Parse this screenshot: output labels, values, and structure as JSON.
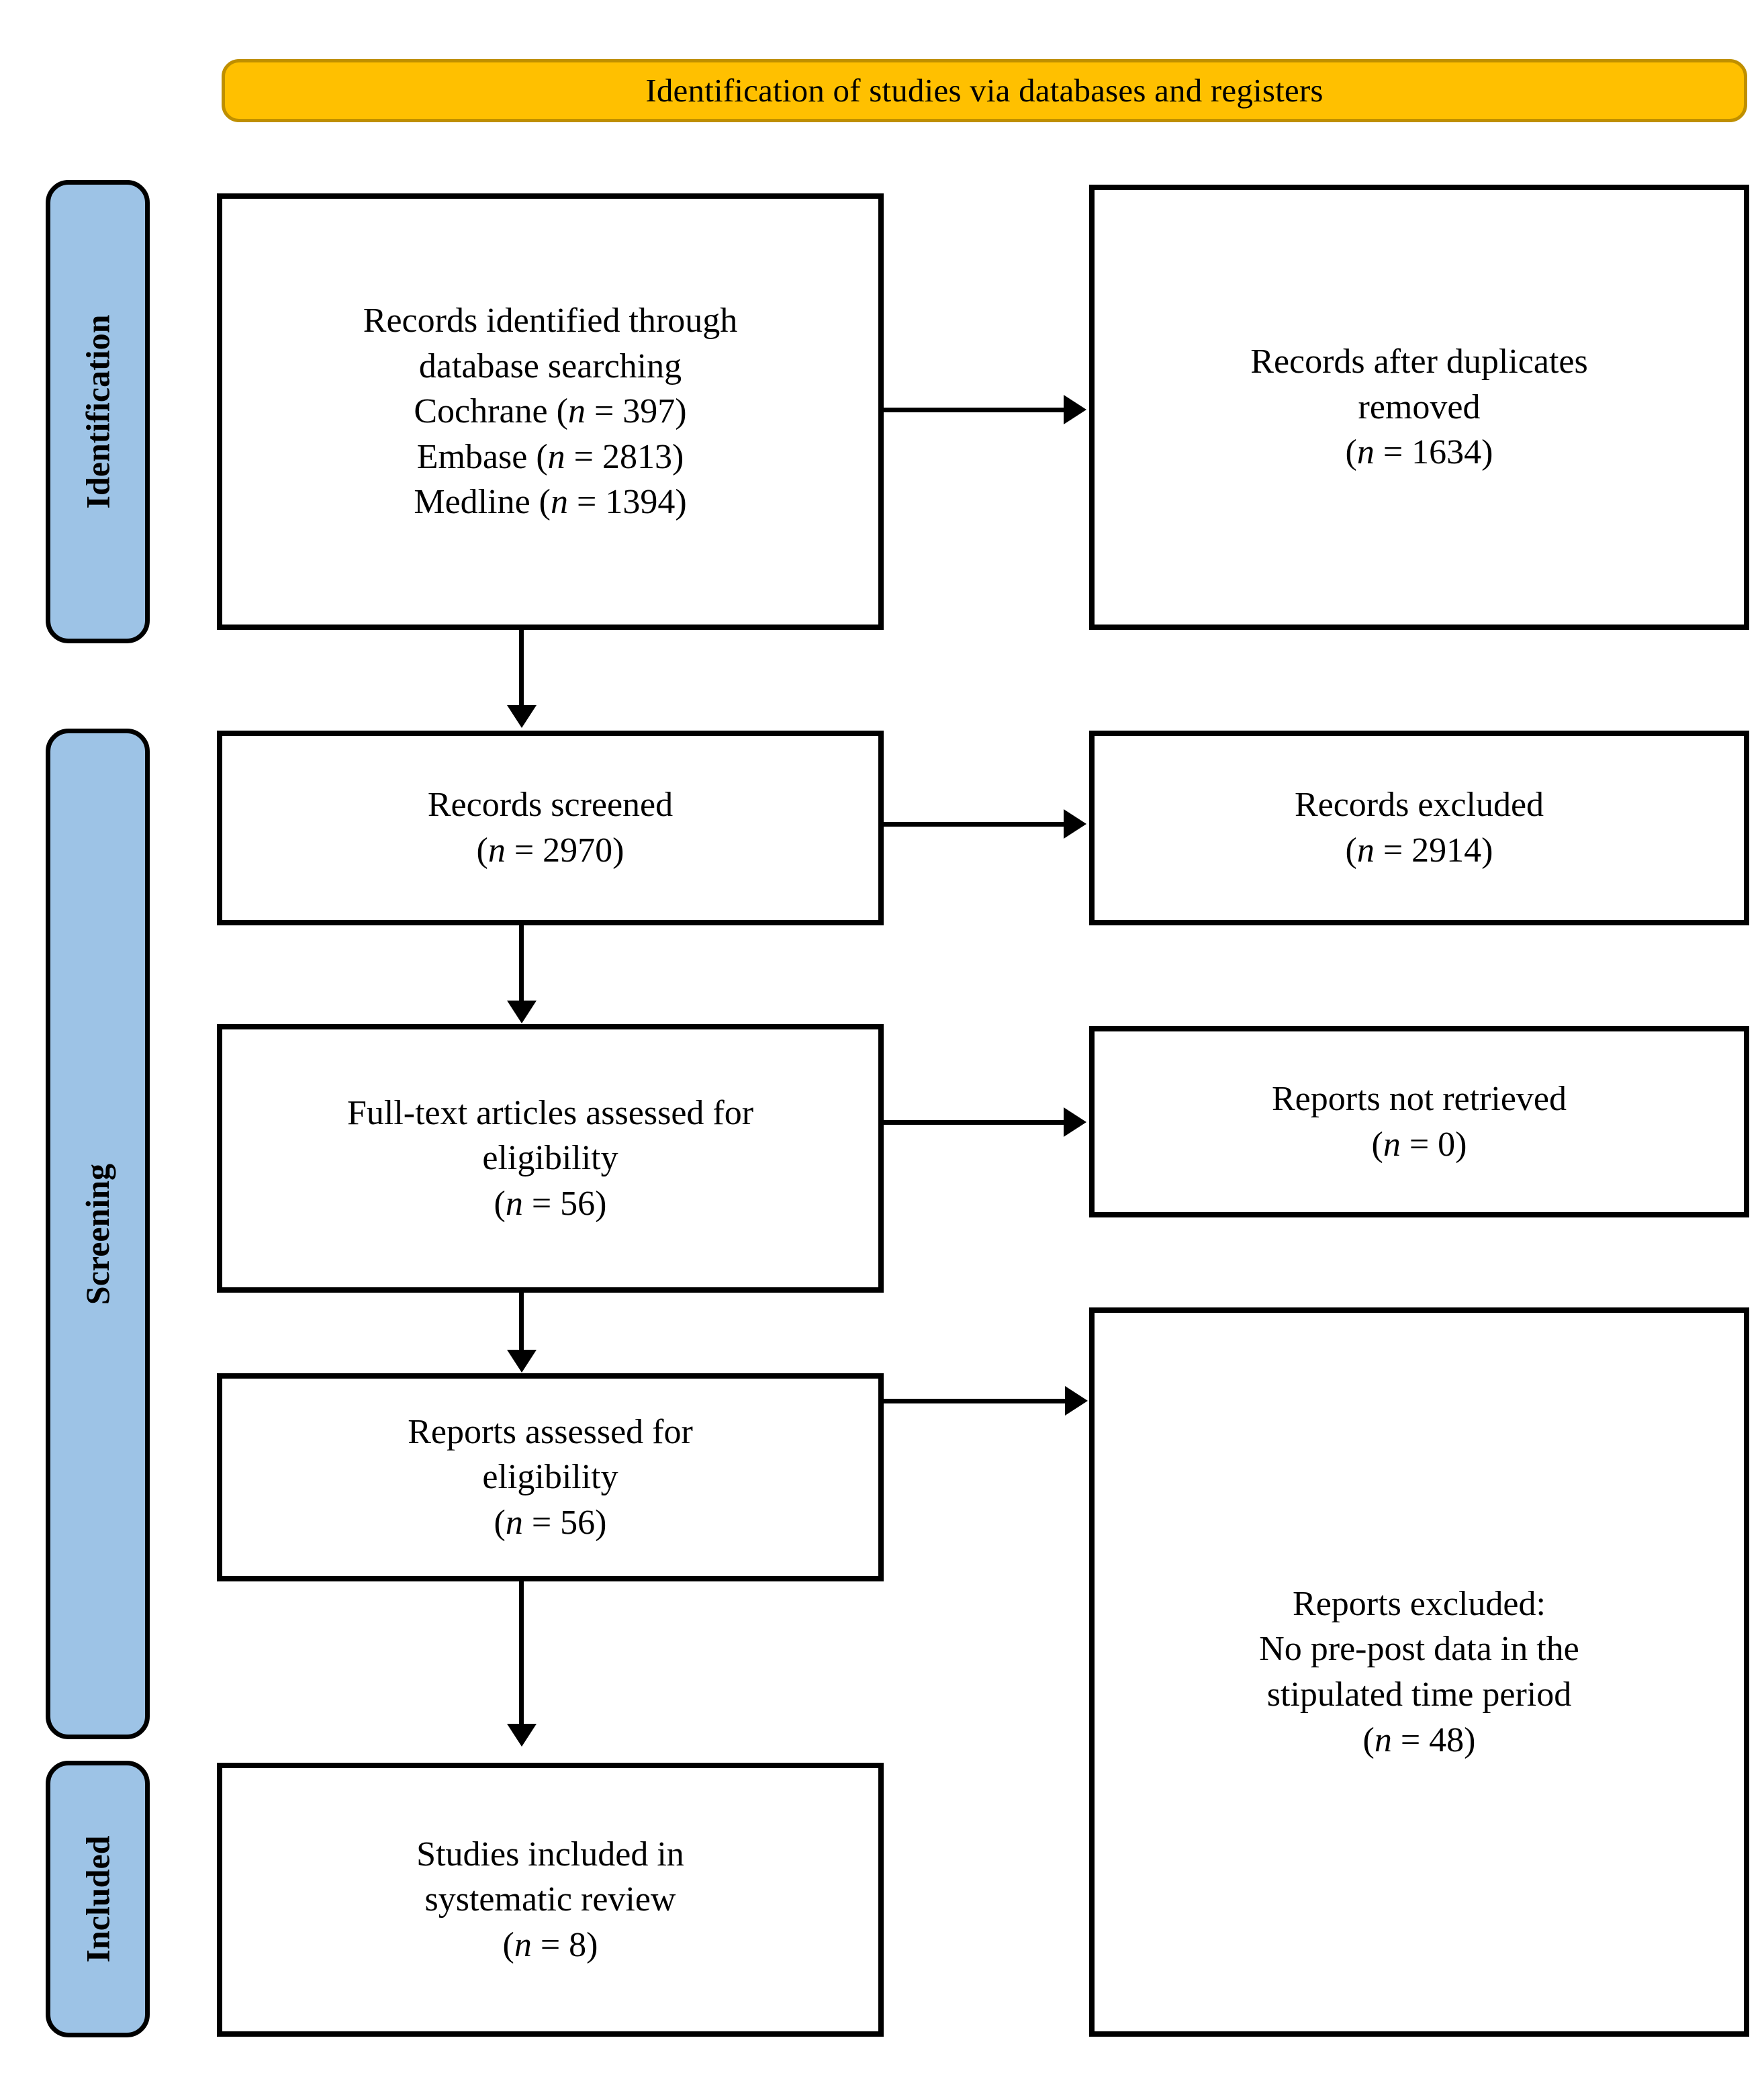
{
  "diagram": {
    "type": "prisma-flow-diagram",
    "title": "Identification of studies via databases and registers"
  },
  "banner": {
    "label": "Identification of studies via databases and registers",
    "fill_color": "#FFC000",
    "border_color": "#BF8F00"
  },
  "stages": [
    {
      "id": "identification",
      "label": "Identification",
      "fill_color": "#9DC3E6"
    },
    {
      "id": "screening",
      "label": "Screening",
      "fill_color": "#9DC3E6"
    },
    {
      "id": "included",
      "label": "Included",
      "fill_color": "#9DC3E6"
    }
  ],
  "boxes": {
    "records_identified": {
      "lines": [
        "Records identified through",
        "database searching"
      ],
      "sources": [
        {
          "name": "Cochrane",
          "n": "397",
          "line": "Cochrane (n = 397)"
        },
        {
          "name": "Embase",
          "n": "2813",
          "line": "Embase (n = 2813)"
        },
        {
          "name": "Medline",
          "n": "1394",
          "line": "Medline (n = 1394)"
        }
      ]
    },
    "records_after_duplicates": {
      "lines": [
        "Records after duplicates",
        "removed"
      ],
      "n": "1634",
      "n_line": "(n = 1634)"
    },
    "records_screened": {
      "lines": [
        "Records screened"
      ],
      "n": "2970",
      "n_line": "(n = 2970)"
    },
    "records_excluded": {
      "lines": [
        "Records excluded"
      ],
      "n": "2914",
      "n_line": "(n = 2914)"
    },
    "fulltext_assessed": {
      "lines": [
        "Full-text articles assessed for",
        "eligibility"
      ],
      "n": "56",
      "n_line": "(n = 56)"
    },
    "reports_not_retrieved": {
      "lines": [
        "Reports not retrieved"
      ],
      "n": "0",
      "n_line": "(n = 0)"
    },
    "reports_assessed": {
      "lines": [
        "Reports assessed for",
        "eligibility"
      ],
      "n": "56",
      "n_line": "(n = 56)"
    },
    "reports_excluded": {
      "lines": [
        "Reports excluded:",
        "No pre-post data in the",
        "stipulated time period"
      ],
      "n": "48",
      "n_line": "(n = 48)"
    },
    "studies_included": {
      "lines": [
        "Studies included in",
        "systematic review"
      ],
      "n": "8",
      "n_line": "(n = 8)"
    }
  },
  "chart_data": {
    "type": "table",
    "title": "Identification of studies via databases and registers",
    "categories": [
      "Cochrane",
      "Embase",
      "Medline",
      "Records after duplicates removed",
      "Records screened",
      "Records excluded",
      "Full-text articles assessed for eligibility",
      "Reports not retrieved",
      "Reports assessed for eligibility",
      "Reports excluded: No pre-post data in the stipulated time period",
      "Studies included in systematic review"
    ],
    "values": [
      397,
      2813,
      1394,
      1634,
      2970,
      2914,
      56,
      0,
      56,
      48,
      8
    ],
    "xlabel": "Stage",
    "ylabel": "n"
  }
}
